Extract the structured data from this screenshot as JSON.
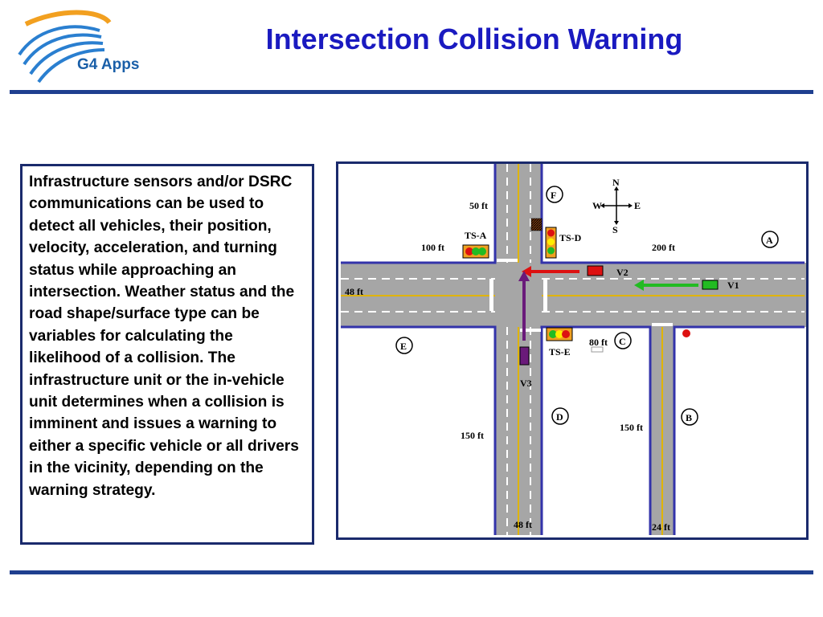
{
  "header": {
    "title": "Intersection Collision Warning",
    "logo_text": "G4 Apps"
  },
  "description": "Infrastructure sensors and/or DSRC communications can be used to detect all vehicles, their position, velocity, acceleration, and turning status while approaching an intersection. Weather status and the road shape/surface type can be variables for calculating the likelihood of a collision. The infrastructure unit or the in-vehicle unit determines when a collision is imminent and issues a warning to either a specific vehicle or all drivers in the vicinity, depending on the warning strategy.",
  "diagram": {
    "compass": {
      "n": "N",
      "s": "S",
      "e": "E",
      "w": "W"
    },
    "zones": {
      "a": "A",
      "b": "B",
      "c": "C",
      "d": "D",
      "e": "E",
      "f": "F"
    },
    "signals": {
      "ts_a": "TS-A",
      "ts_d": "TS-D",
      "ts_e": "TS-E"
    },
    "vehicles": {
      "v1": "V1",
      "v2": "V2",
      "v3": "V3"
    },
    "dimensions": {
      "d50": "50 ft",
      "d100": "100 ft",
      "d200": "200 ft",
      "d48_left": "48 ft",
      "d80": "80 ft",
      "d150_left": "150 ft",
      "d150_right": "150 ft",
      "d48_bottom": "48 ft",
      "d24": "24 ft"
    },
    "colors": {
      "road": "#a6a6a6",
      "curb": "#3333aa",
      "centerline": "#e0b400",
      "v1": "#22bb22",
      "v2": "#dd1111",
      "v3": "#6a1a7a",
      "signal_housing": "#f0a020"
    }
  }
}
